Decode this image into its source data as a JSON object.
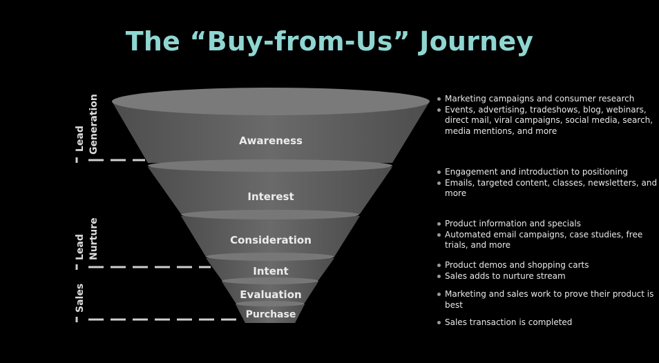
{
  "title": "The “Buy-from-Us” Journey",
  "stages": [
    "Awareness",
    "Interest",
    "Consideration",
    "Intent",
    "Evaluation",
    "Purchase"
  ],
  "side_groups": [
    {
      "label": [
        "Lead",
        "Generation"
      ]
    },
    {
      "label": [
        "Lead",
        "Nurture"
      ]
    },
    {
      "label": [
        "Sales"
      ]
    }
  ],
  "notes": [
    [
      "Marketing campaigns and consumer research",
      "Events, advertising, tradeshows, blog, webinars, direct mail, viral campaigns, social media, search, media mentions, and more"
    ],
    [
      "Engagement and introduction to positioning",
      "Emails, targeted content, classes, newsletters, and more"
    ],
    [
      "Product information and specials",
      "Automated email campaigns, case studies, free trials, and more"
    ],
    [
      "Product demos and shopping carts",
      "Sales adds to nurture stream"
    ],
    [
      "Marketing and sales work to prove their product is best"
    ],
    [
      "Sales transaction is completed"
    ]
  ],
  "colors": {
    "title": "#8fd6d2",
    "funnel_body": "#5e5e5e",
    "funnel_rim": "#7a7a7a",
    "background": "#000000"
  }
}
